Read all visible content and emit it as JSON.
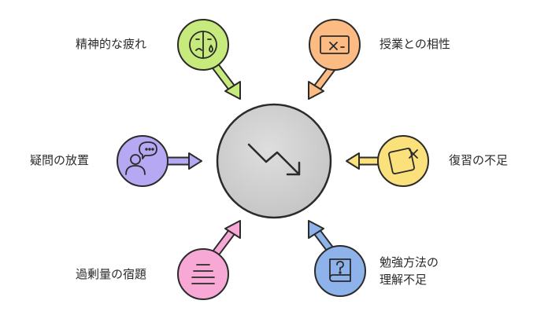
{
  "diagram": {
    "center": {
      "icon": "downward-trend-icon",
      "fill": "#cfcfcf"
    },
    "factors": [
      {
        "id": "mental-fatigue",
        "label": "精神的な疲れ",
        "icon": "sad-face-tear-icon",
        "color": "#c6ea7c"
      },
      {
        "id": "lesson-compatibility",
        "label": "授業との相性",
        "icon": "mismatch-window-icon",
        "color": "#fdbb84"
      },
      {
        "id": "lack-of-review",
        "label": "復習の不足",
        "icon": "crossed-box-icon",
        "color": "#fbe17b"
      },
      {
        "id": "unresolved-questions",
        "label": "疑問の放置",
        "icon": "thinking-person-icon",
        "color": "#b7a8f4"
      },
      {
        "id": "excessive-homework",
        "label": "過剰量の宿題",
        "icon": "text-lines-icon",
        "color": "#f7a8d4"
      },
      {
        "id": "lack-of-study-method",
        "label_lines": [
          "勉強方法の",
          "理解不足"
        ],
        "icon": "question-book-icon",
        "color": "#8eb2ea"
      }
    ]
  }
}
